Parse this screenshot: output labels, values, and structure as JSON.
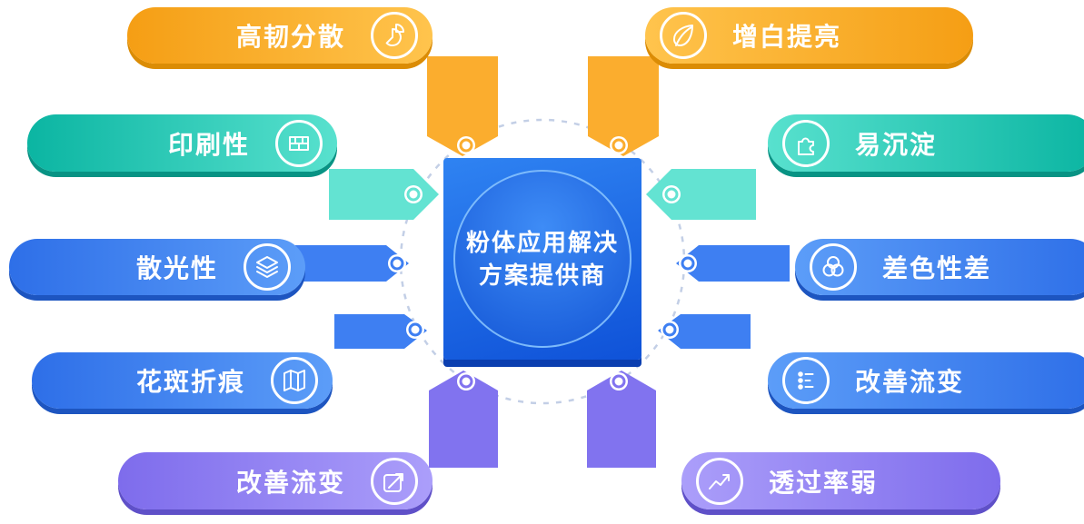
{
  "center": {
    "line1": "粉体应用解决",
    "line2": "方案提供商"
  },
  "left_items": [
    {
      "label": "高韧分散",
      "icon": "pie-chart-icon",
      "color": "orange"
    },
    {
      "label": "印刷性",
      "icon": "print-bricks-icon",
      "color": "teal"
    },
    {
      "label": "散光性",
      "icon": "layers-icon",
      "color": "blue"
    },
    {
      "label": "花斑折痕",
      "icon": "folded-map-icon",
      "color": "blue"
    },
    {
      "label": "改善流变",
      "icon": "trend-arrow-box-icon",
      "color": "purple"
    }
  ],
  "right_items": [
    {
      "label": "增白提亮",
      "icon": "leaf-icon",
      "color": "orange"
    },
    {
      "label": "易沉淀",
      "icon": "puzzle-icon",
      "color": "teal"
    },
    {
      "label": "差色性差",
      "icon": "color-circles-icon",
      "color": "blue"
    },
    {
      "label": "改善流变",
      "icon": "flow-tune-icon",
      "color": "blue"
    },
    {
      "label": "透过率弱",
      "icon": "line-chart-icon",
      "color": "purple"
    }
  ],
  "colors": {
    "orange_light": "#FFC44D",
    "orange_dark": "#F59E14",
    "orange_lip": "#DB8C05",
    "ribbon_orange": "#FBAD2E",
    "teal_light": "#58E1CE",
    "teal_dark": "#0BB5A2",
    "teal_lip": "#089384",
    "ribbon_teal": "#63E3D2",
    "blue_light": "#5C9DF8",
    "blue_dark": "#2E6FE8",
    "blue_lip": "#1D55C0",
    "ribbon_blue": "#3E7FF2",
    "purple_light": "#AB9EFA",
    "purple_dark": "#7E6CEC",
    "purple_lip": "#5F50C8",
    "ribbon_purple": "#8173EF",
    "center_top": "#2F83F2",
    "center_bottom": "#0F52D8",
    "center_lip": "#0B3FB0",
    "dash": "#C3CFE6"
  }
}
